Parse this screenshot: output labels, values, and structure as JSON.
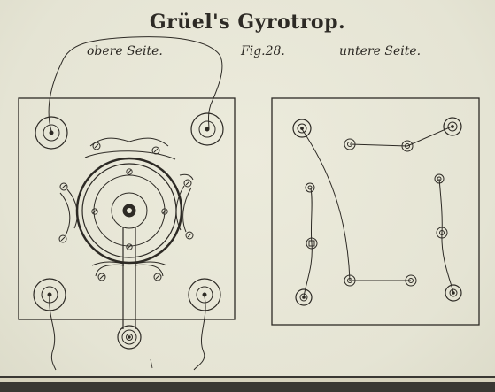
{
  "plate": {
    "title": "Grüel's Gyrotrop.",
    "caption_left": "obere Seite.",
    "caption_fig": "Fig.28.",
    "caption_right": "untere Seite."
  },
  "colors": {
    "paper": "#e8e7d8",
    "ink": "#2d2a25"
  }
}
